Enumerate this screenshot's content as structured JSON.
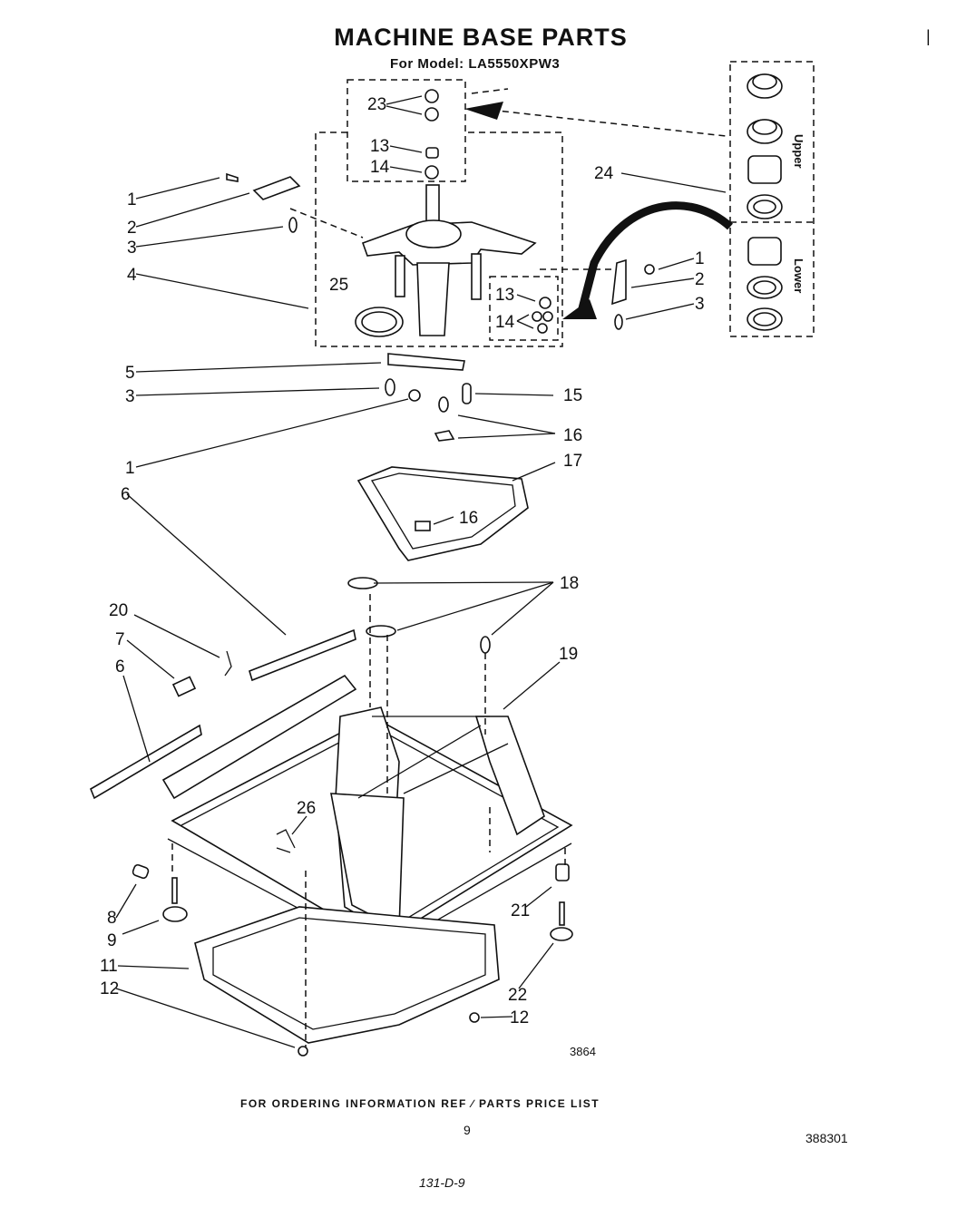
{
  "header": {
    "title": "MACHINE BASE PARTS",
    "subtitle": "For Model: LA5550XPW3"
  },
  "diagram": {
    "callouts": [
      "1",
      "2",
      "3",
      "4",
      "5",
      "6",
      "7",
      "8",
      "9",
      "11",
      "12",
      "13",
      "14",
      "15",
      "16",
      "17",
      "18",
      "19",
      "20",
      "21",
      "22",
      "23",
      "24",
      "25",
      "26"
    ],
    "kit_labels": {
      "upper": "Upper",
      "lower": "Lower"
    },
    "figure_number": "3864"
  },
  "footer": {
    "ordering_note": "FOR ORDERING INFORMATION REF     ∕ PARTS PRICE LIST",
    "page_number": "9",
    "document_number": "388301",
    "handwritten_code": "131-D-9",
    "margin_mark": "|"
  }
}
